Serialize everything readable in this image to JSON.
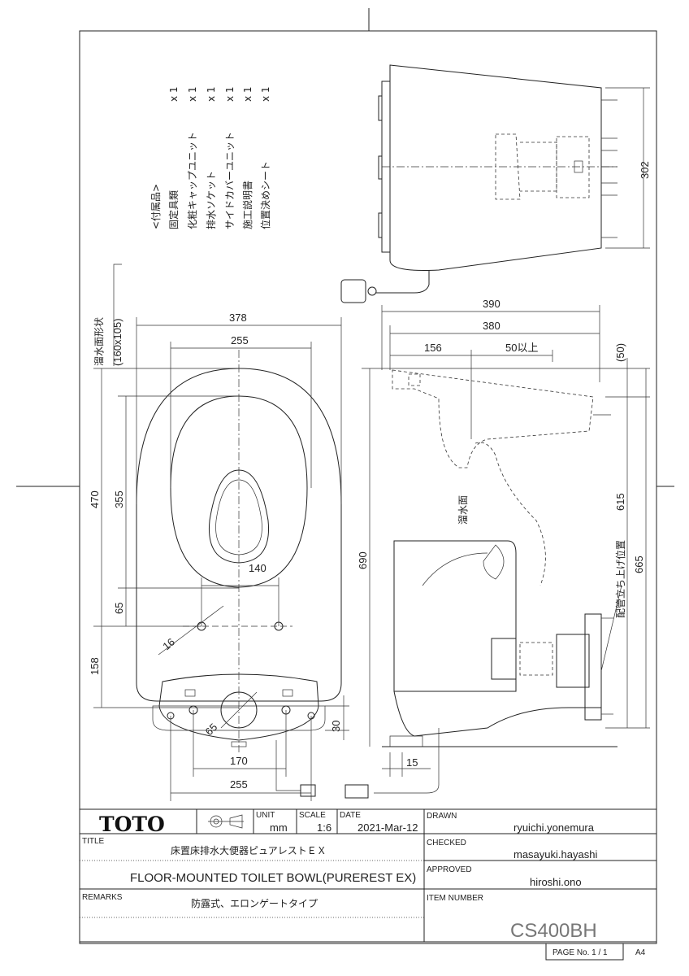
{
  "accessories": {
    "heading": "<付属品>",
    "items": [
      {
        "name": "固定具類",
        "qty": "x 1"
      },
      {
        "name": "化粧キャップユニット",
        "qty": "x 1"
      },
      {
        "name": "排水ソケット",
        "qty": "x 1"
      },
      {
        "name": "サイドカバーユニット",
        "qty": "x 1"
      },
      {
        "name": "施工説明書",
        "qty": "x 1"
      },
      {
        "name": "位置決めシート",
        "qty": "x 1"
      }
    ]
  },
  "plan_view": {
    "water_surface_label": "溜水面形状",
    "water_surface_size": "(160x105)",
    "dims": {
      "w378": "378",
      "w255": "255",
      "h470": "470",
      "h355": "355",
      "h65": "65",
      "h158": "158",
      "w140": "140",
      "d16": "16",
      "d65": "65",
      "w170": "170",
      "w255b": "255",
      "h30": "30"
    }
  },
  "side_view": {
    "water_surface_label": "溜水面",
    "pipe_label": "配管立ち上げ位置",
    "dims": {
      "h690": "690",
      "w390": "390",
      "w380": "380",
      "w156": "156",
      "w50": "50以上",
      "h50": "(50)",
      "h615": "615",
      "h665": "665",
      "w15": "15"
    }
  },
  "top_view": {
    "dims": {
      "h302": "302"
    }
  },
  "title_block": {
    "logo": "TOTO",
    "unit_label": "UNIT",
    "unit": "mm",
    "scale_label": "SCALE",
    "scale": "1:6",
    "date_label": "DATE",
    "date": "2021-Mar-12",
    "drawn_label": "DRAWN",
    "drawn": "ryuichi.yonemura",
    "checked_label": "CHECKED",
    "checked": "masayuki.hayashi",
    "approved_label": "APPROVED",
    "approved": "hiroshi.ono",
    "title_label": "TITLE",
    "title_jp": "床置床排水大便器ピュアレストＥＸ",
    "title_en": "FLOOR-MOUNTED TOILET BOWL(PUREREST EX)",
    "remarks_label": "REMARKS",
    "remarks": "防露式、エロンゲートタイプ",
    "item_label": "ITEM NUMBER",
    "item": "CS400BH",
    "page": "PAGE No.  1 / 1",
    "paper": "A4"
  }
}
